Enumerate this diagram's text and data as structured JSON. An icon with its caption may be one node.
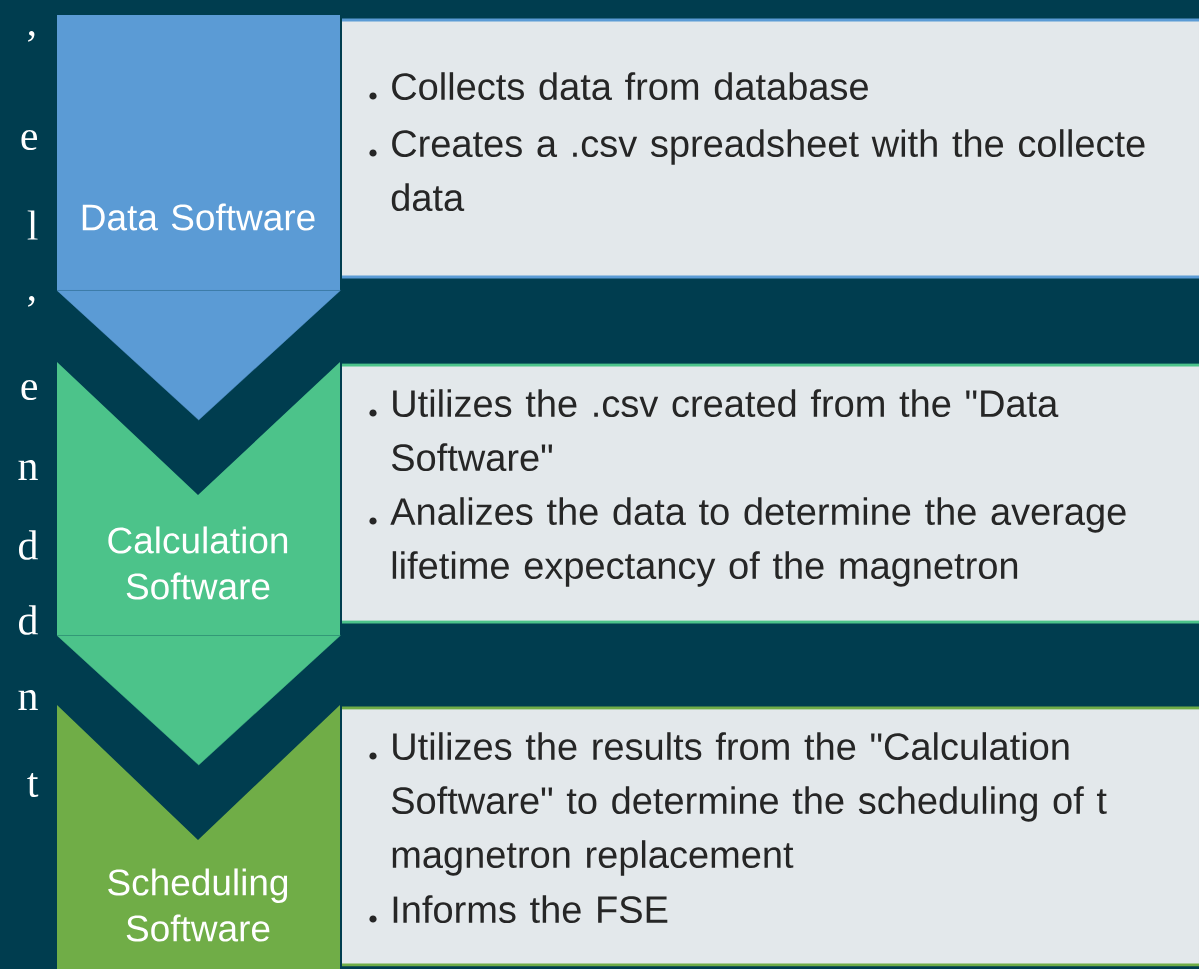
{
  "diagram": {
    "nodes": [
      {
        "text": [
          "Data Software"
        ]
      },
      {
        "text": [
          "Collects data from database",
          "Creates a .csv spreadsheet with the collecte data"
        ]
      },
      {
        "text": [
          "Calculation Software"
        ]
      },
      {
        "text": [
          "Utilizes the .csv created from the \"Data Software\"",
          "Analizes the data to determine the average lifetime expectancy of the magnetron"
        ]
      },
      {
        "text": [
          "Scheduling Software"
        ]
      },
      {
        "text": [
          "Utilizes the results from the \"Calculation Software\" to determine the scheduling of t magnetron replacement",
          "Informs the FSE"
        ]
      }
    ],
    "edges": [
      {
        "from": 0,
        "to": 2,
        "arrow": "to",
        "color": "#5b9bd5"
      },
      {
        "from": 2,
        "to": 4,
        "arrow": "to",
        "color": "#4cc38a"
      }
    ],
    "labels": [
      "’",
      "e",
      "l",
      "’",
      "e",
      "n",
      "d",
      "d",
      "n",
      "t"
    ]
  }
}
